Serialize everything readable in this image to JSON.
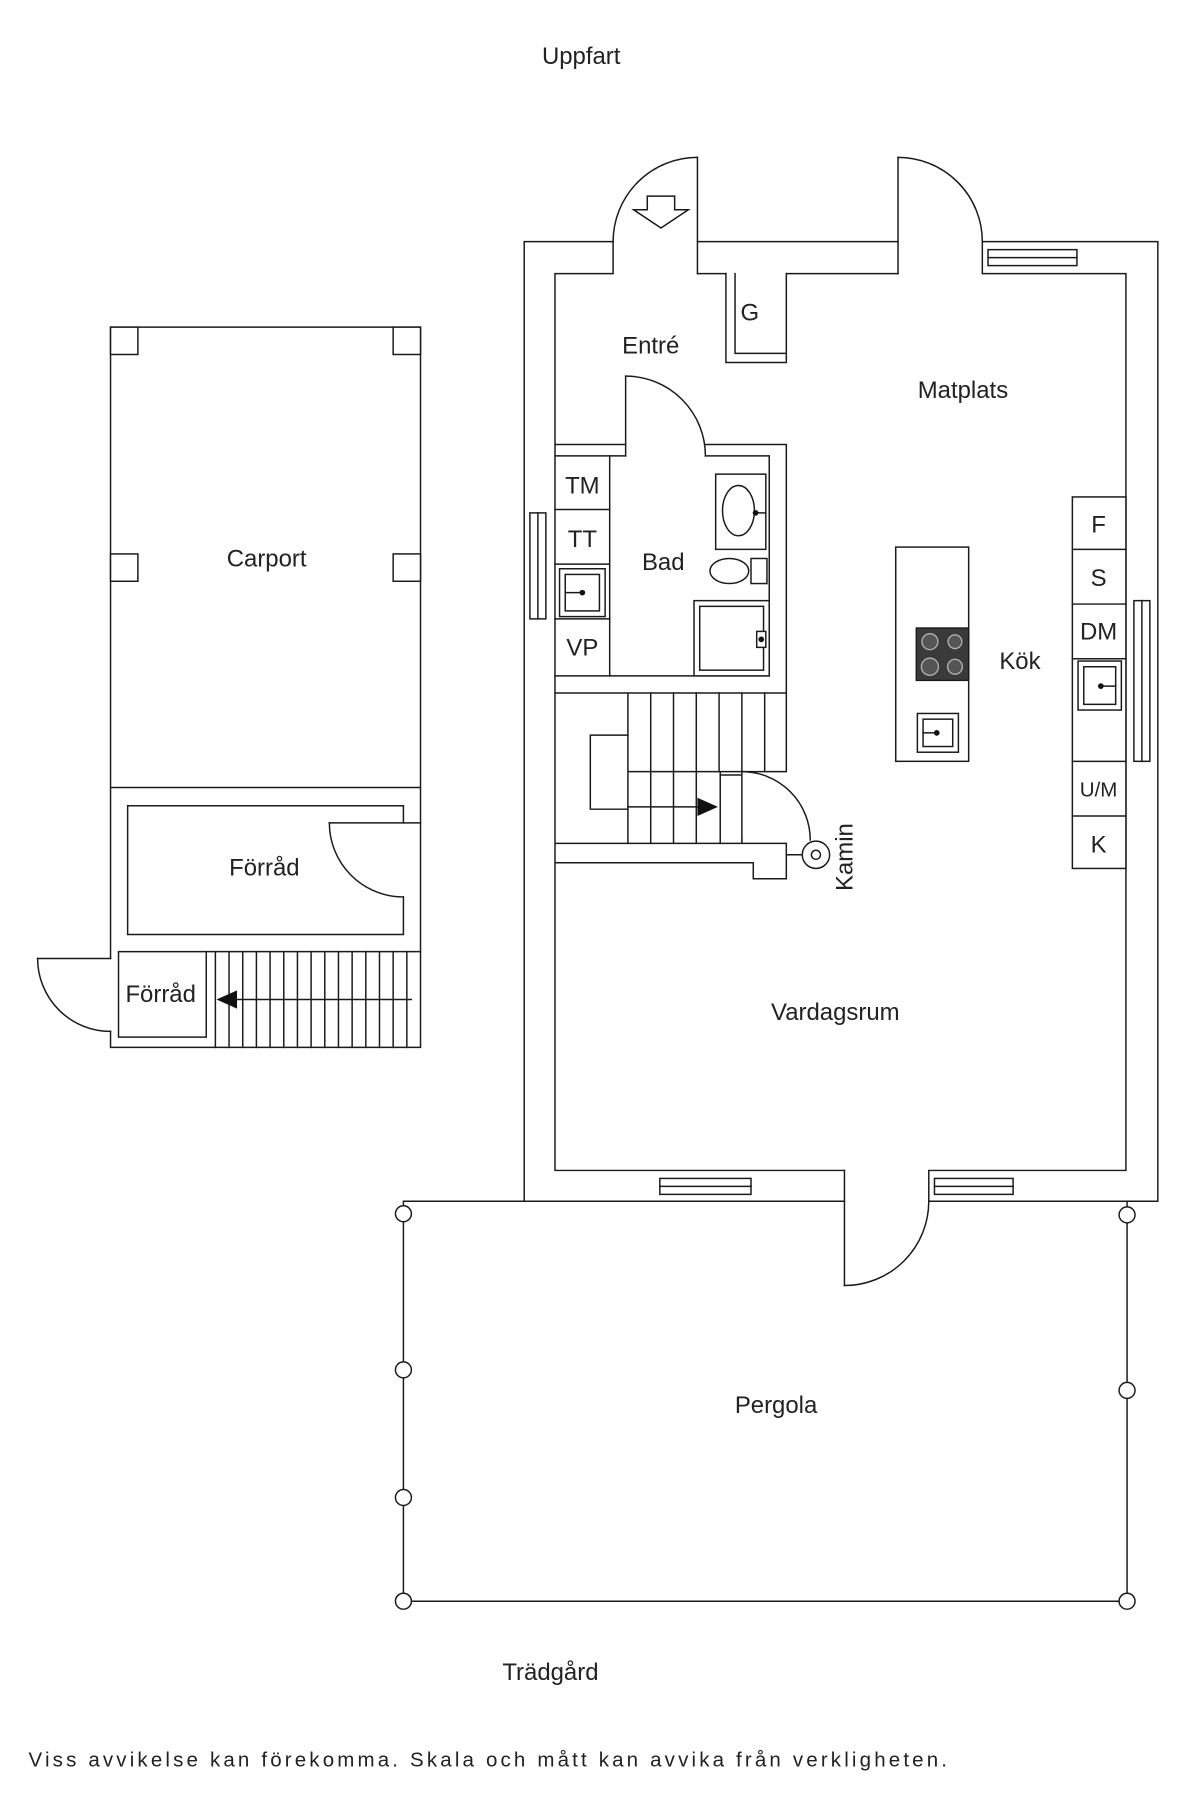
{
  "labels": {
    "driveway": "Uppfart",
    "garden": "Trädgård",
    "disclaimer": "Viss avvikelse kan förekomma. Skala och mått kan avvika från verkligheten."
  },
  "rooms": {
    "entrance": "Entré",
    "wardrobe": "G",
    "dining": "Matplats",
    "bathroom": "Bad",
    "kitchen": "Kök",
    "fireplace": "Kamin",
    "living_room": "Vardagsrum",
    "carport": "Carport",
    "storage_large": "Förråd",
    "storage_small": "Förråd",
    "pergola": "Pergola"
  },
  "bathroom_units": [
    "TM",
    "TT",
    "VP"
  ],
  "kitchen_units": [
    "F",
    "S",
    "DM",
    "U/M",
    "K"
  ],
  "colors": {
    "line": "#1a1a1a",
    "background": "#ffffff",
    "stove": "#3a3a3a"
  }
}
